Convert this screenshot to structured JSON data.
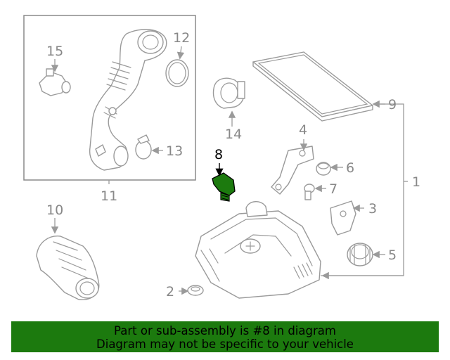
{
  "callouts": {
    "c1": "1",
    "c2": "2",
    "c3": "3",
    "c4": "4",
    "c5": "5",
    "c6": "6",
    "c7": "7",
    "c8": "8",
    "c9": "9",
    "c10": "10",
    "c11": "11",
    "c12": "12",
    "c13": "13",
    "c14": "14",
    "c15": "15"
  },
  "highlight": {
    "part": "8",
    "color": "#1c7a0e"
  },
  "banner": {
    "line1": "Part or sub-assembly is #8 in diagram",
    "line2": "Diagram may not be specific to your vehicle",
    "background": "#1c7a0e"
  }
}
